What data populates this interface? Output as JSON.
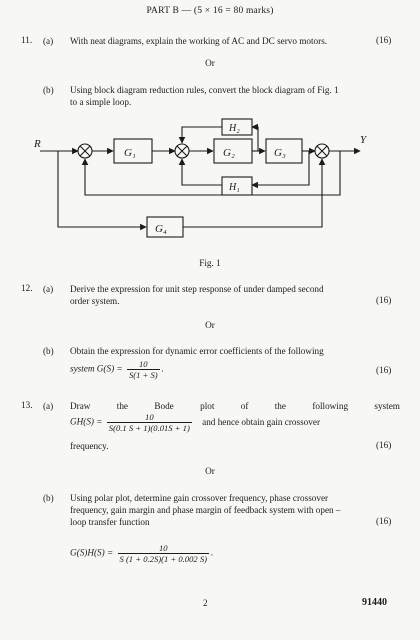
{
  "header": "PART B — (5 × 16 = 80 marks)",
  "or_label": "Or",
  "q11": {
    "num": "11.",
    "a": {
      "label": "(a)",
      "text": "With neat diagrams, explain the working of AC and DC servo motors.",
      "marks": "(16)"
    },
    "b": {
      "label": "(b)",
      "line1": "Using block diagram reduction rules, convert the block diagram of Fig. 1",
      "line2": "to a simple loop."
    }
  },
  "diagram": {
    "input_label": "R",
    "output_label": "Y",
    "blocks": {
      "g1": "G₁",
      "g2": "G₂",
      "g3": "G₃",
      "h1": "H₁",
      "h2": "H₂",
      "g4": "G₄"
    },
    "caption": "Fig. 1"
  },
  "q12": {
    "num": "12.",
    "a": {
      "label": "(a)",
      "line1": "Derive the expression for unit step response of under damped second",
      "line2": "order system.",
      "marks": "(16)"
    },
    "b": {
      "label": "(b)",
      "line1": "Obtain the expression for dynamic error coefficients of the following",
      "prefix": "system G(S) =",
      "num": "10",
      "den": "S(1 + S)",
      "suffix": ".",
      "marks": "(16)"
    }
  },
  "q13": {
    "num": "13.",
    "a": {
      "label": "(a)",
      "words": [
        "Draw",
        "the",
        "Bode",
        "plot",
        "of",
        "the",
        "following",
        "system"
      ],
      "prefix": "GH(S) =",
      "num": "10",
      "den": "S(0.1 S + 1)(0.01S + 1)",
      "after": "and hence obtain gain crossover",
      "line3": "frequency.",
      "marks": "(16)"
    },
    "b": {
      "label": "(b)",
      "line1": "Using polar plot, determine gain crossover frequency, phase crossover",
      "line2": "frequency, gain margin and phase margin of feedback system with open –",
      "line3": "loop transfer function",
      "marks": "(16)",
      "prefix": "G(S)H(S) =",
      "num": "10",
      "den": "S (1 + 0.2S)(1 + 0.002 S)",
      "suffix": "."
    }
  },
  "footer": {
    "page": "2",
    "code": "91440"
  }
}
